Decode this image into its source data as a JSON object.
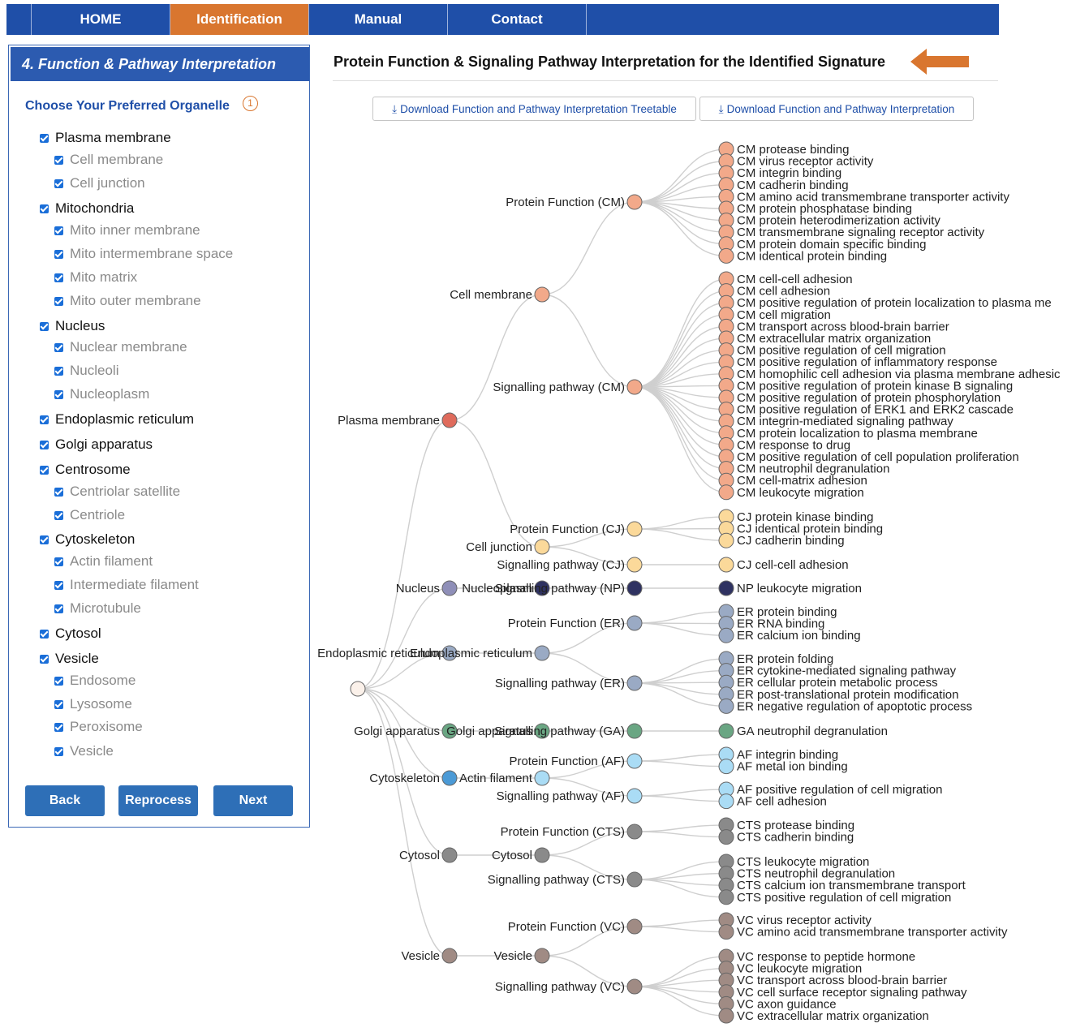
{
  "nav": {
    "tabs": [
      {
        "label": "HOME",
        "active": false
      },
      {
        "label": "Identification",
        "active": true
      },
      {
        "label": "Manual",
        "active": false
      },
      {
        "label": "Contact",
        "active": false
      }
    ]
  },
  "left_panel": {
    "header": "4. Function & Pathway Interpretation",
    "choose_title": "Choose Your Preferred Organelle",
    "info_number": "1",
    "organelles": [
      {
        "label": "Plasma membrane",
        "checked": true,
        "subs": [
          {
            "label": "Cell membrane",
            "checked": true
          },
          {
            "label": "Cell junction",
            "checked": true
          }
        ]
      },
      {
        "label": "Mitochondria",
        "checked": true,
        "subs": [
          {
            "label": "Mito inner membrane",
            "checked": true
          },
          {
            "label": "Mito intermembrane space",
            "checked": true
          },
          {
            "label": "Mito matrix",
            "checked": true
          },
          {
            "label": "Mito outer membrane",
            "checked": true
          }
        ]
      },
      {
        "label": "Nucleus",
        "checked": true,
        "subs": [
          {
            "label": "Nuclear membrane",
            "checked": true
          },
          {
            "label": "Nucleoli",
            "checked": true
          },
          {
            "label": "Nucleoplasm",
            "checked": true
          }
        ]
      },
      {
        "label": "Endoplasmic reticulum",
        "checked": true,
        "subs": []
      },
      {
        "label": "Golgi apparatus",
        "checked": true,
        "subs": []
      },
      {
        "label": "Centrosome",
        "checked": true,
        "subs": [
          {
            "label": "Centriolar satellite",
            "checked": true
          },
          {
            "label": "Centriole",
            "checked": true
          }
        ]
      },
      {
        "label": "Cytoskeleton",
        "checked": true,
        "subs": [
          {
            "label": "Actin filament",
            "checked": true
          },
          {
            "label": "Intermediate filament",
            "checked": true
          },
          {
            "label": "Microtubule",
            "checked": true
          }
        ]
      },
      {
        "label": "Cytosol",
        "checked": true,
        "subs": []
      },
      {
        "label": "Vesicle",
        "checked": true,
        "subs": [
          {
            "label": "Endosome",
            "checked": true
          },
          {
            "label": "Lysosome",
            "checked": true
          },
          {
            "label": "Peroxisome",
            "checked": true
          },
          {
            "label": "Vesicle",
            "checked": true
          }
        ]
      }
    ],
    "buttons": {
      "back": "Back",
      "reprocess": "Reprocess",
      "next": "Next"
    }
  },
  "main": {
    "title": "Protein Function & Signaling Pathway Interpretation for the Identified Signature",
    "download_treetable": "Download Function and Pathway Interpretation Treetable",
    "download_interpretation": "Download Function and Pathway Interpretation"
  },
  "colors": {
    "nav_bg": "#1f4fa8",
    "nav_active": "#d9762f",
    "accent_blue": "#2e6fb7",
    "arrow": "#d9762f"
  },
  "tree": {
    "root": {
      "label": "",
      "color": "#fbf1ea"
    },
    "level1": [
      {
        "label": "Plasma membrane",
        "color": "#df6b5c"
      },
      {
        "label": "Nucleus",
        "color": "#8f8fb8"
      },
      {
        "label": "Endoplasmic reticulum",
        "color": "#9aaac4"
      },
      {
        "label": "Golgi apparatus",
        "color": "#6aa683"
      },
      {
        "label": "Cytoskeleton",
        "color": "#4b9ad6"
      },
      {
        "label": "Cytosol",
        "color": "#8a8a8a"
      },
      {
        "label": "Vesicle",
        "color": "#a08b84"
      }
    ],
    "level2": [
      {
        "label": "Cell membrane",
        "parent": 0,
        "color": "#f2a98a"
      },
      {
        "label": "Cell junction",
        "parent": 0,
        "color": "#fbd99a"
      },
      {
        "label": "Nucleoplasm",
        "parent": 1,
        "color": "#2f3261"
      },
      {
        "label": "Endoplasmic reticulum",
        "parent": 2,
        "color": "#9aaac4"
      },
      {
        "label": "Golgi apparatus",
        "parent": 3,
        "color": "#6aa683"
      },
      {
        "label": "Actin filament",
        "parent": 4,
        "color": "#aadcf5"
      },
      {
        "label": "Cytosol",
        "parent": 5,
        "color": "#8a8a8a"
      },
      {
        "label": "Vesicle",
        "parent": 6,
        "color": "#a08b84"
      }
    ],
    "level3": [
      {
        "label": "Protein Function (CM)",
        "parent": 0,
        "items": [
          "CM protease binding",
          "CM virus receptor activity",
          "CM integrin binding",
          "CM cadherin binding",
          "CM amino acid transmembrane transporter activity",
          "CM protein phosphatase binding",
          "CM protein heterodimerization activity",
          "CM transmembrane signaling receptor activity",
          "CM protein domain specific binding",
          "CM identical protein binding"
        ]
      },
      {
        "label": "Signalling pathway (CM)",
        "parent": 0,
        "items": [
          "CM cell-cell adhesion",
          "CM cell adhesion",
          "CM positive regulation of protein localization to plasma me",
          "CM cell migration",
          "CM transport across blood-brain barrier",
          "CM extracellular matrix organization",
          "CM positive regulation of cell migration",
          "CM positive regulation of inflammatory response",
          "CM homophilic cell adhesion via plasma membrane adhesic",
          "CM positive regulation of protein kinase B signaling",
          "CM positive regulation of protein phosphorylation",
          "CM positive regulation of ERK1 and ERK2 cascade",
          "CM integrin-mediated signaling pathway",
          "CM protein localization to plasma membrane",
          "CM response to drug",
          "CM positive regulation of cell population proliferation",
          "CM neutrophil degranulation",
          "CM cell-matrix adhesion",
          "CM leukocyte migration"
        ]
      },
      {
        "label": "Protein Function (CJ)",
        "parent": 1,
        "items": [
          "CJ protein kinase binding",
          "CJ identical protein binding",
          "CJ cadherin binding"
        ]
      },
      {
        "label": "Signalling pathway (CJ)",
        "parent": 1,
        "items": [
          "CJ cell-cell adhesion"
        ]
      },
      {
        "label": "Signalling pathway (NP)",
        "parent": 2,
        "items": [
          "NP leukocyte migration"
        ]
      },
      {
        "label": "Protein Function (ER)",
        "parent": 3,
        "items": [
          "ER protein binding",
          "ER RNA binding",
          "ER calcium ion binding"
        ]
      },
      {
        "label": "Signalling pathway (ER)",
        "parent": 3,
        "items": [
          "ER protein folding",
          "ER cytokine-mediated signaling pathway",
          "ER cellular protein metabolic process",
          "ER post-translational protein modification",
          "ER negative regulation of apoptotic process"
        ]
      },
      {
        "label": "Signalling pathway (GA)",
        "parent": 4,
        "items": [
          "GA neutrophil degranulation"
        ]
      },
      {
        "label": "Protein Function (AF)",
        "parent": 5,
        "items": [
          "AF integrin binding",
          "AF metal ion binding"
        ]
      },
      {
        "label": "Signalling pathway (AF)",
        "parent": 5,
        "items": [
          "AF positive regulation of cell migration",
          "AF cell adhesion"
        ]
      },
      {
        "label": "Protein Function (CTS)",
        "parent": 6,
        "items": [
          "CTS protease binding",
          "CTS cadherin binding"
        ]
      },
      {
        "label": "Signalling pathway (CTS)",
        "parent": 6,
        "items": [
          "CTS leukocyte migration",
          "CTS neutrophil degranulation",
          "CTS calcium ion transmembrane transport",
          "CTS positive regulation of cell migration"
        ]
      },
      {
        "label": "Protein Function (VC)",
        "parent": 7,
        "items": [
          "VC virus receptor activity",
          "VC amino acid transmembrane transporter activity"
        ]
      },
      {
        "label": "Signalling pathway (VC)",
        "parent": 7,
        "items": [
          "VC response to peptide hormone",
          "VC leukocyte migration",
          "VC transport across blood-brain barrier",
          "VC cell surface receptor signaling pathway",
          "VC axon guidance",
          "VC extracellular matrix organization"
        ]
      }
    ]
  }
}
